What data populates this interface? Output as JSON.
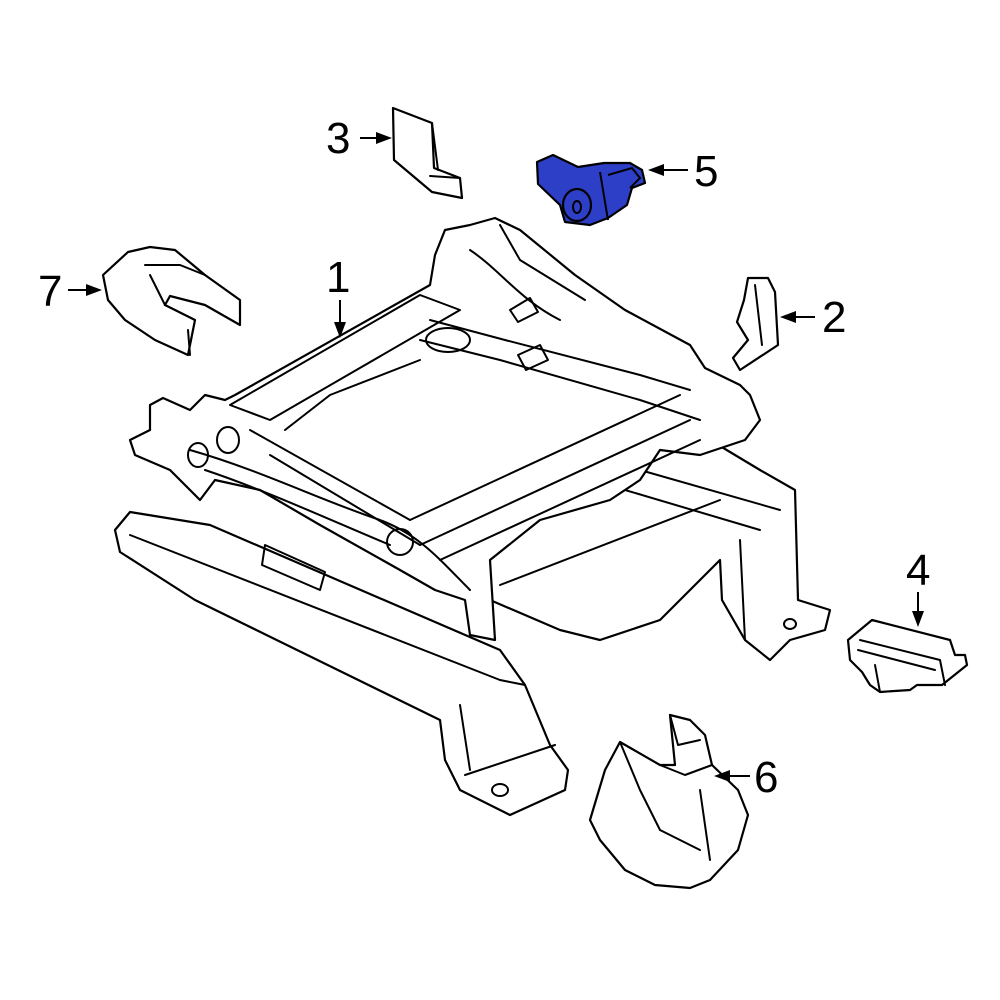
{
  "diagram": {
    "callouts": [
      {
        "id": "1",
        "label": "1"
      },
      {
        "id": "2",
        "label": "2"
      },
      {
        "id": "3",
        "label": "3"
      },
      {
        "id": "4",
        "label": "4"
      },
      {
        "id": "5",
        "label": "5"
      },
      {
        "id": "6",
        "label": "6"
      },
      {
        "id": "7",
        "label": "7"
      }
    ],
    "highlighted_part": "5",
    "colors": {
      "highlight": "#2d3fc7",
      "line": "#000000",
      "background": "#ffffff"
    }
  }
}
